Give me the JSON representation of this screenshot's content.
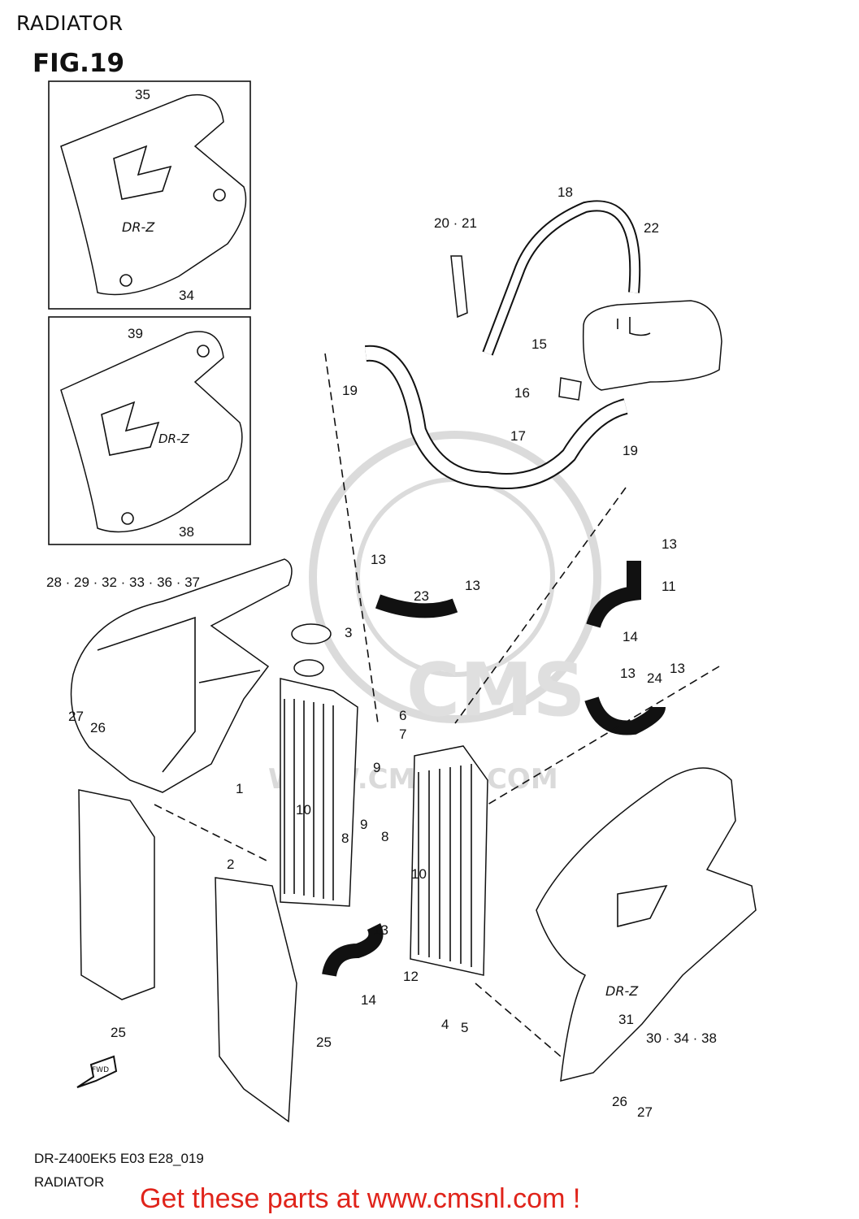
{
  "header": {
    "title": "RADIATOR"
  },
  "figure": {
    "label": "FIG.19"
  },
  "footer": {
    "model_code": "DR-Z400EK5 E03 E28_019",
    "caption": "RADIATOR"
  },
  "promo": {
    "text": "Get these parts at www.cmsnl.com !",
    "color": "#e0241b"
  },
  "watermark": {
    "text": "WWW.CMSNL.COM",
    "logo": "CMS"
  },
  "direction_badge": "FWD",
  "callouts": [
    {
      "id": "c35",
      "text": "35"
    },
    {
      "id": "c34",
      "text": "34"
    },
    {
      "id": "c39",
      "text": "39"
    },
    {
      "id": "c38",
      "text": "38"
    },
    {
      "id": "c18",
      "text": "18"
    },
    {
      "id": "c20",
      "text": "20 · 21"
    },
    {
      "id": "c22",
      "text": "22"
    },
    {
      "id": "c15",
      "text": "15"
    },
    {
      "id": "c16",
      "text": "16"
    },
    {
      "id": "c19a",
      "text": "19"
    },
    {
      "id": "c19b",
      "text": "19"
    },
    {
      "id": "c17",
      "text": "17"
    },
    {
      "id": "c28",
      "text": "28 · 29 · 32 · 33 · 36 · 37"
    },
    {
      "id": "c3",
      "text": "3"
    },
    {
      "id": "c13a",
      "text": "13"
    },
    {
      "id": "c13b",
      "text": "13"
    },
    {
      "id": "c13c",
      "text": "13"
    },
    {
      "id": "c13d",
      "text": "13"
    },
    {
      "id": "c13e",
      "text": "13"
    },
    {
      "id": "c13f",
      "text": "13"
    },
    {
      "id": "c23",
      "text": "23"
    },
    {
      "id": "c11",
      "text": "11"
    },
    {
      "id": "c14a",
      "text": "14"
    },
    {
      "id": "c14b",
      "text": "14"
    },
    {
      "id": "c24",
      "text": "24"
    },
    {
      "id": "c6",
      "text": "6"
    },
    {
      "id": "c7",
      "text": "7"
    },
    {
      "id": "c27a",
      "text": "27"
    },
    {
      "id": "c26a",
      "text": "26"
    },
    {
      "id": "c1",
      "text": "1"
    },
    {
      "id": "c10a",
      "text": "10"
    },
    {
      "id": "c10b",
      "text": "10"
    },
    {
      "id": "c9a",
      "text": "9"
    },
    {
      "id": "c9b",
      "text": "9"
    },
    {
      "id": "c8a",
      "text": "8"
    },
    {
      "id": "c8b",
      "text": "8"
    },
    {
      "id": "c2",
      "text": "2"
    },
    {
      "id": "c12",
      "text": "12"
    },
    {
      "id": "c4",
      "text": "4"
    },
    {
      "id": "c5",
      "text": "5"
    },
    {
      "id": "c25a",
      "text": "25"
    },
    {
      "id": "c25b",
      "text": "25"
    },
    {
      "id": "c31",
      "text": "31"
    },
    {
      "id": "c30",
      "text": "30 · 34 · 38"
    },
    {
      "id": "c26b",
      "text": "26"
    },
    {
      "id": "c27b",
      "text": "27"
    }
  ]
}
